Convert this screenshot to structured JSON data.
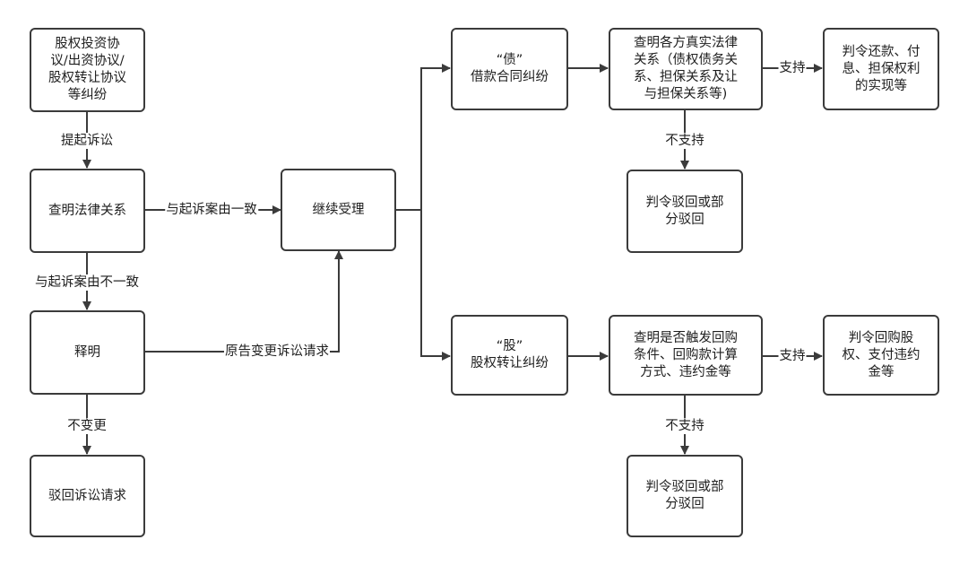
{
  "nodes": {
    "agreement_disputes": [
      "股权投资协",
      "议/出资协议/",
      "股权转让协议",
      "等纠纷"
    ],
    "ascertain_legal_relation": [
      "查明法律关系"
    ],
    "explain": [
      "释明"
    ],
    "reject_claims": [
      "驳回诉讼请求"
    ],
    "continue_accept": [
      "继续受理"
    ],
    "debt_loan_dispute": [
      "“债”",
      "借款合同纠纷"
    ],
    "ascertain_true_relation": [
      "查明各方真实法律",
      "关系（债权债务关",
      "系、担保关系及让",
      "与担保关系等)"
    ],
    "judge_repay": [
      "判令还款、付",
      "息、担保权利",
      "的实现等"
    ],
    "debt_reject": [
      "判令驳回或部",
      "分驳回"
    ],
    "equity_transfer_dispute": [
      "“股”",
      "股权转让纠纷"
    ],
    "ascertain_buyback": [
      "查明是否触发回购",
      "条件、回购款计算",
      "方式、违约金等"
    ],
    "judge_buyback": [
      "判令回购股",
      "权、支付违约",
      "金等"
    ],
    "equity_reject": [
      "判令驳回或部",
      "分驳回"
    ]
  },
  "edge_labels": {
    "file_lawsuit": "提起诉讼",
    "consistent_with_cause": "与起诉案由一致",
    "inconsistent_with_cause": "与起诉案由不一致",
    "plaintiff_changes_claim": "原告变更诉讼请求",
    "no_change": "不变更",
    "debt_support": "支持",
    "debt_not_support": "不支持",
    "equity_support": "支持",
    "equity_not_support": "不支持"
  },
  "colors": {
    "stroke": "#3b3b3b",
    "text": "#1e1e1e",
    "background": "#ffffff"
  }
}
